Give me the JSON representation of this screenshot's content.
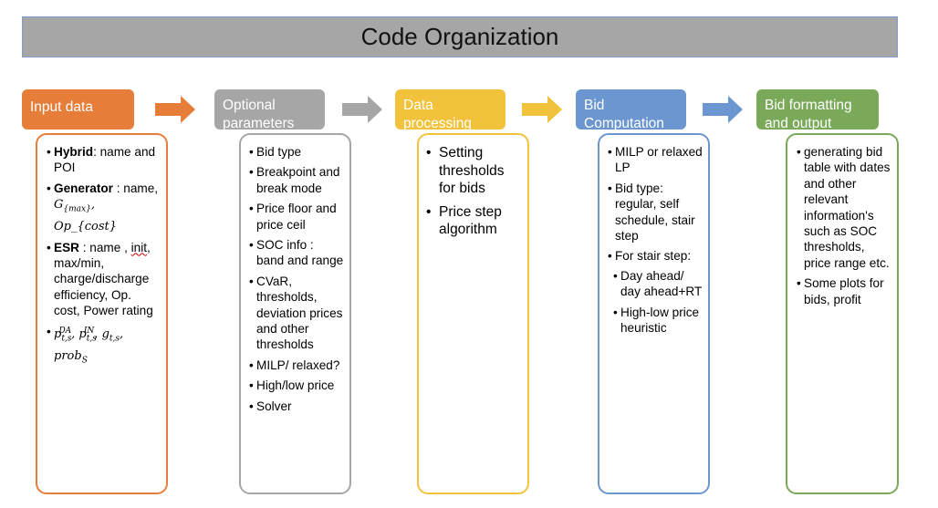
{
  "title": "Code Organization",
  "colors": {
    "input": "#e67e3a",
    "optional": "#a6a6a6",
    "processing": "#f2c23c",
    "computation": "#6b96cf",
    "output": "#7aa95a"
  },
  "input": {
    "header": "Input data",
    "hybrid_bold": "Hybrid",
    "hybrid_rest": ": name and POI",
    "generator_bold": "Generator",
    "generator_rest": " : name,",
    "generator_math_g": "G",
    "generator_math_gsub": "{max}",
    "generator_math_op": "Op_{cost}",
    "esr_bold": "ESR",
    "esr_rest1": " : name , ",
    "esr_init": "init",
    "esr_rest2": ", max/min, charge/discharge efficiency, Op. cost, Power rating",
    "probs_p": "p",
    "probs_sub": "t,s",
    "probs_sup1": "DA",
    "probs_sup2": "IN",
    "probs_g": "g",
    "probs_prob": "prob",
    "probs_S": "S"
  },
  "optional": {
    "header_line1": "Optional",
    "header_line2": "parameters",
    "items": [
      "Bid type",
      "Breakpoint and break mode",
      "Price floor and price ceil",
      "SOC info : band and range",
      "CVaR, thresholds, deviation prices and other thresholds",
      "MILP/ relaxed?",
      "High/low price",
      "Solver"
    ]
  },
  "processing": {
    "header_line1": "Data",
    "header_line2": "processing",
    "items": [
      "Setting thresholds for bids",
      "Price step algorithm"
    ]
  },
  "computation": {
    "header_line1": "Bid",
    "header_line2": "Computation",
    "items": [
      "MILP or relaxed LP",
      "Bid type: regular, self schedule, stair step",
      "For stair step:"
    ],
    "sub_items": [
      "Day ahead/ day ahead+RT",
      "High-low price heuristic"
    ]
  },
  "output": {
    "header_line1": "Bid formatting",
    "header_line2": "and output",
    "items": [
      " generating bid table with dates and other relevant information's such as SOC thresholds, price range etc.",
      "Some plots for bids, profit"
    ]
  }
}
